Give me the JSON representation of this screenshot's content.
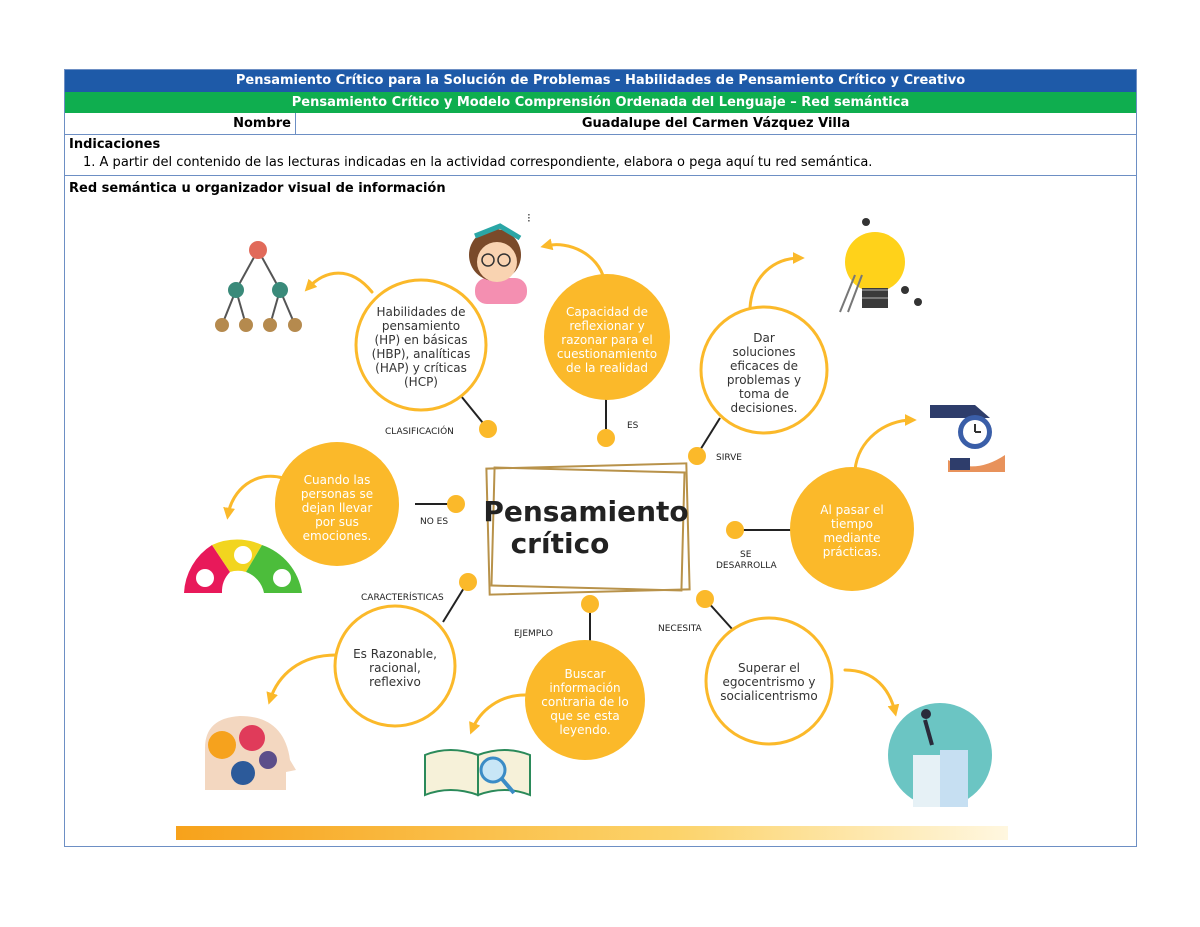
{
  "header": {
    "title": "Pensamiento Crítico para la Solución de Problemas - Habilidades de Pensamiento Crítico y Creativo",
    "subtitle": "Pensamiento Crítico y Modelo Comprensión Ordenada del Lenguaje – Red semántica",
    "name_label": "Nombre",
    "name_value": "Guadalupe del Carmen Vázquez Villa"
  },
  "instructions": {
    "heading": "Indicaciones",
    "item1": "1.  A partir del contenido de las lecturas indicadas en la actividad correspondiente, elabora o pega aquí tu red semántica."
  },
  "section_title": "Red semántica u organizador visual de información",
  "map": {
    "center": [
      "Pensamiento",
      "crítico"
    ],
    "nodes": {
      "habilidades": [
        "Habilidades de",
        "pensamiento",
        "(HP) en básicas",
        "(HBP), analíticas",
        "(HAP) y críticas",
        "(HCP)"
      ],
      "capacidad": [
        "Capacidad de",
        "reflexionar y",
        "razonar para el",
        "cuestionamiento",
        "de la realidad"
      ],
      "soluciones": [
        "Dar",
        "soluciones",
        "eficaces de",
        "problemas y",
        "toma de",
        "decisiones."
      ],
      "emociones": [
        "Cuando las",
        "personas se",
        "dejan llevar",
        "por sus",
        "emociones."
      ],
      "tiempo": [
        "Al pasar el",
        "tiempo",
        "mediante",
        "prácticas."
      ],
      "razonable": [
        "Es Razonable,",
        "racional,",
        "reflexivo"
      ],
      "buscar": [
        "Buscar",
        "información",
        "contraria de lo",
        "que se esta",
        "leyendo."
      ],
      "superar": [
        "Superar el",
        "egocentrismo y",
        "socialicentrismo"
      ]
    },
    "labels": {
      "clasificacion": "CLASIFICACIÓN",
      "es": "ES",
      "sirve": "SIRVE",
      "no_es": "NO ES",
      "se": "SE",
      "desarrolla": "DESARROLLA",
      "caracteristicas": "CARACTERÍSTICAS",
      "ejemplo": "EJEMPLO",
      "necesita": "NECESITA"
    },
    "icons": [
      "hierarchy-icon",
      "thinking-girl-icon",
      "lightbulb-team-icon",
      "mood-gauge-icon",
      "hand-clock-icon",
      "head-gears-icon",
      "book-magnifier-icon",
      "climber-icon"
    ]
  },
  "colors": {
    "title_bar": "#1e5aa8",
    "subtitle_bar": "#0fae4f",
    "accent": "#fbb92a",
    "border": "#6d8fc4"
  }
}
